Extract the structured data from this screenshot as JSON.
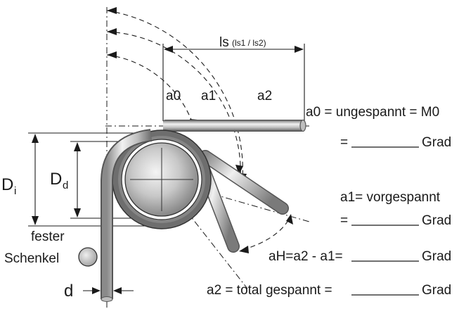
{
  "labels": {
    "ls_main": "ls",
    "ls_sub": "(ls1 / ls2)",
    "a0": "a0",
    "a1": "a1",
    "a2": "a2",
    "di_main": "D",
    "di_sub": "i",
    "dd_main": "D",
    "dd_sub": "d",
    "fester": "fester",
    "schenkel": "Schenkel",
    "d": "d"
  },
  "equations": {
    "eq_a0": "a0 = ungespannt = M0",
    "eq_a0_prefix": "=",
    "eq_a0_unit": "Grad",
    "eq_a1": "a1= vorgespannt",
    "eq_a1_prefix": "=",
    "eq_a1_unit": "Grad",
    "eq_ah": "aH=a2 - a1=",
    "eq_ah_unit": "Grad",
    "eq_a2": "a2 = total gespannt =",
    "eq_a2_unit": "Grad"
  },
  "colors": {
    "ink": "#1a1a1a",
    "coil_dark": "#555555",
    "wire_light": "#d8d8d8",
    "mandrel_light": "#cfcfcf"
  }
}
